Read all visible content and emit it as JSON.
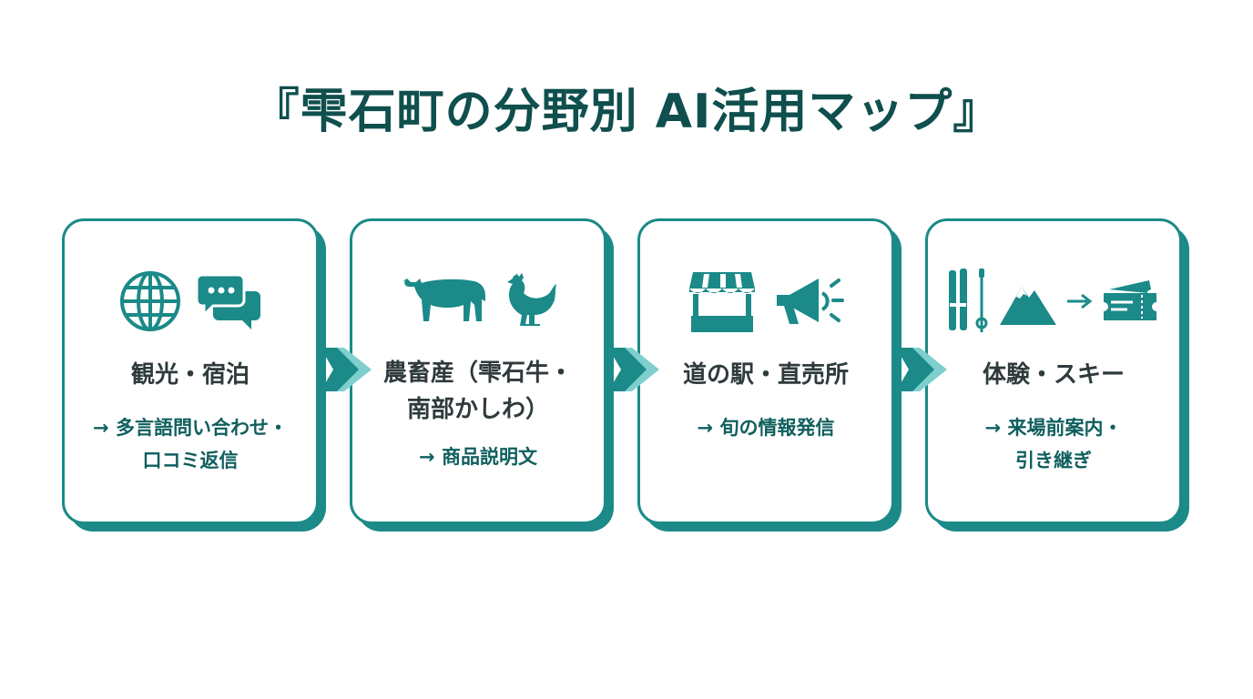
{
  "title": "『雫石町の分野別 AI活用マップ』",
  "cards": [
    {
      "heading_lines": [
        "観光・宿泊"
      ],
      "sub_lines": [
        "→ 多言語問い合わせ・",
        "口コミ返信"
      ],
      "icons": [
        "globe-icon",
        "chat-bubbles-icon"
      ]
    },
    {
      "heading_lines": [
        "農畜産（雫石牛・",
        "南部かしわ）"
      ],
      "sub_lines": [
        "→ 商品説明文"
      ],
      "icons": [
        "cow-icon",
        "chicken-icon"
      ]
    },
    {
      "heading_lines": [
        "道の駅・直売所"
      ],
      "sub_lines": [
        "→ 旬の情報発信"
      ],
      "icons": [
        "market-stall-icon",
        "megaphone-icon"
      ]
    },
    {
      "heading_lines": [
        "体験・スキー"
      ],
      "sub_lines": [
        "→ 来場前案内・",
        "引き継ぎ"
      ],
      "icons": [
        "skis-icon",
        "mountain-icon",
        "arrow-right-icon",
        "ticket-icon"
      ]
    }
  ],
  "colors": {
    "title": "#0f4f4d",
    "accent": "#1b8a89",
    "heading": "#2f3a3d",
    "sub": "#0f5f5e"
  }
}
